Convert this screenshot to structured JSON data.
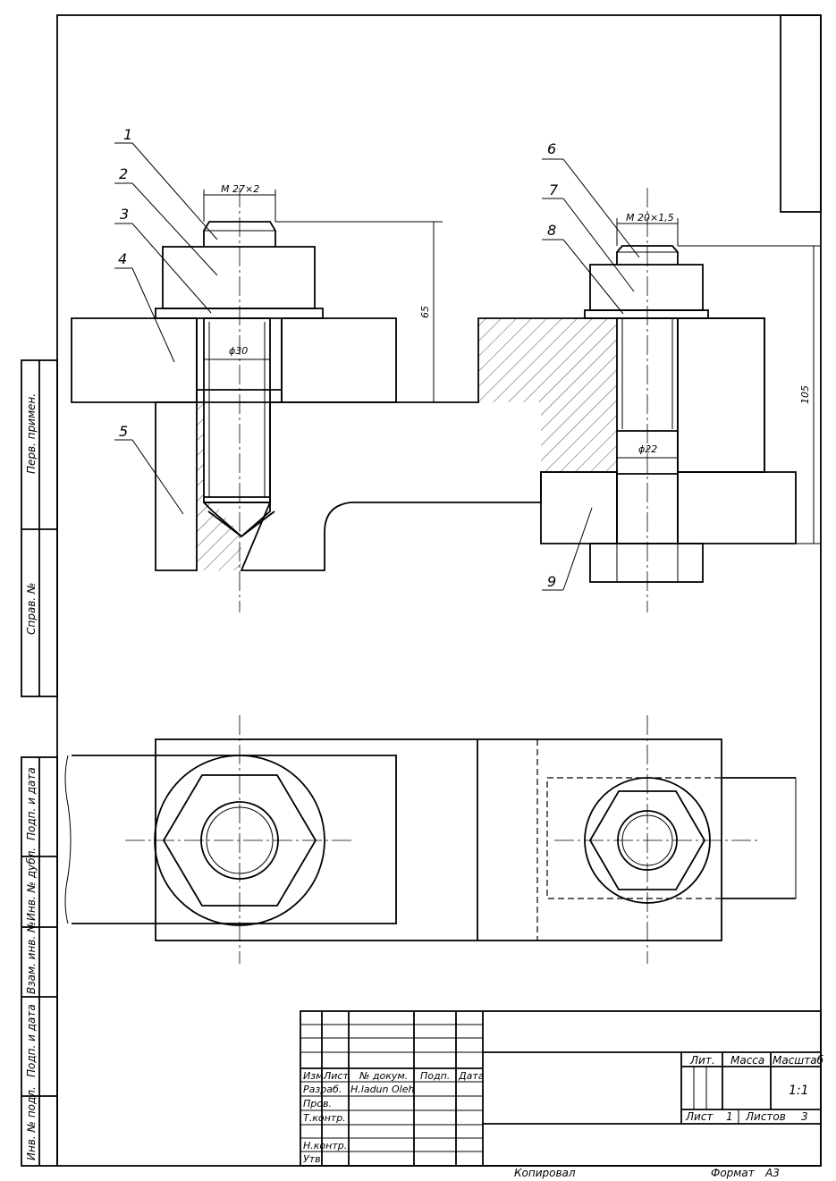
{
  "callouts": [
    "1",
    "2",
    "3",
    "4",
    "5",
    "6",
    "7",
    "8",
    "9"
  ],
  "dimensions": {
    "thread_left": "M 27×2",
    "thread_right": "M 20×1,5",
    "dia_left": "ϕ30",
    "dia_right": "ϕ22",
    "height_left": "65",
    "height_right": "105"
  },
  "side_stamp": {
    "perv_primen": "Перв. примен.",
    "sprav_no": "Справ. №",
    "podp_data_1": "Подп. и дата",
    "inv_dubl": "Инв. № дубл.",
    "vzam_inv": "Взам. инв. №",
    "podp_data_2": "Подп. и дата",
    "inv_podl": "Инв. № подл."
  },
  "title_block": {
    "izm": "Изм.",
    "list": "Лист",
    "doc_no": "№ докум.",
    "podp": "Подп.",
    "data": "Дата",
    "razrab": "Разраб.",
    "razrab_name": "H.ladun Oleh",
    "prov": "Пров.",
    "t_kontr": "Т.контр.",
    "n_kontr": "Н.контр.",
    "utv": "Утв.",
    "lit": "Лит.",
    "massa": "Масса",
    "masshtab": "Масштаб",
    "scale_value": "1:1",
    "list_label": "Лист",
    "list_value": "1",
    "listov_label": "Листов",
    "listov_value": "3"
  },
  "footer": {
    "kopiroval": "Копировал",
    "format_label": "Формат",
    "format_value": "А3"
  }
}
